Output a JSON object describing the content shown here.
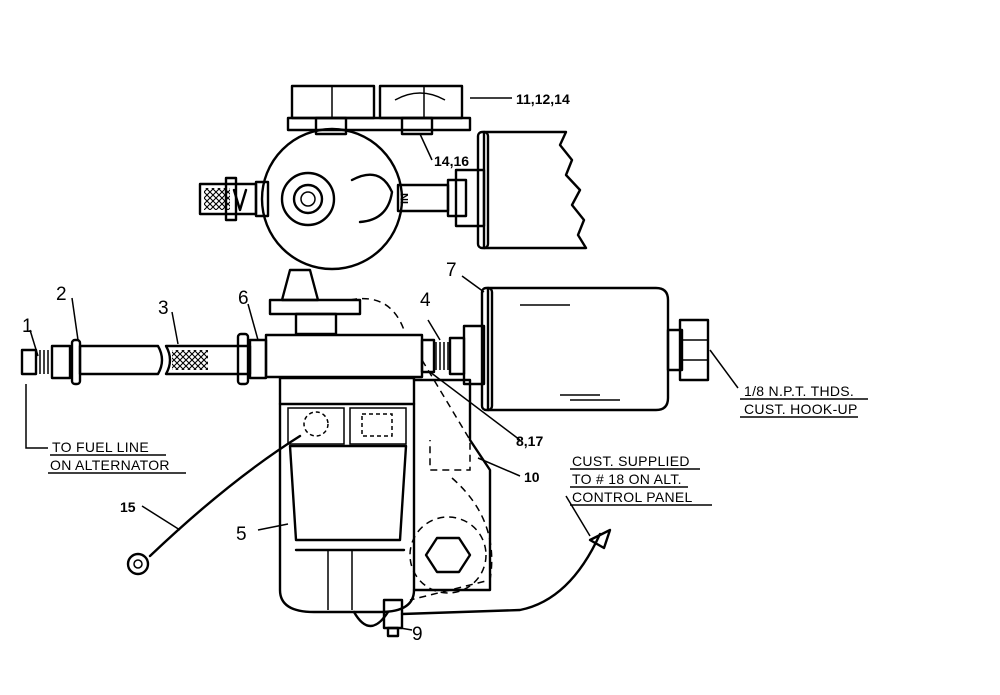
{
  "callouts": {
    "c1": "1",
    "c2": "2",
    "c3": "3",
    "c4": "4",
    "c5": "5",
    "c6": "6",
    "c7": "7",
    "c8_17": "8,17",
    "c9": "9",
    "c10": "10",
    "c11_12_14": "11,12,14",
    "c14_16": "14,16",
    "c15": "15"
  },
  "markings": {
    "inlet": "IN"
  },
  "notes": {
    "fuel_line_1": "TO FUEL LINE",
    "fuel_line_2": "ON ALTERNATOR",
    "npt_1": "1/8 N.P.T. THDS.",
    "npt_2": "CUST. HOOK-UP",
    "cust_1": "CUST. SUPPLIED",
    "cust_2": "TO # 18 ON ALT.",
    "cust_3": "CONTROL PANEL"
  }
}
